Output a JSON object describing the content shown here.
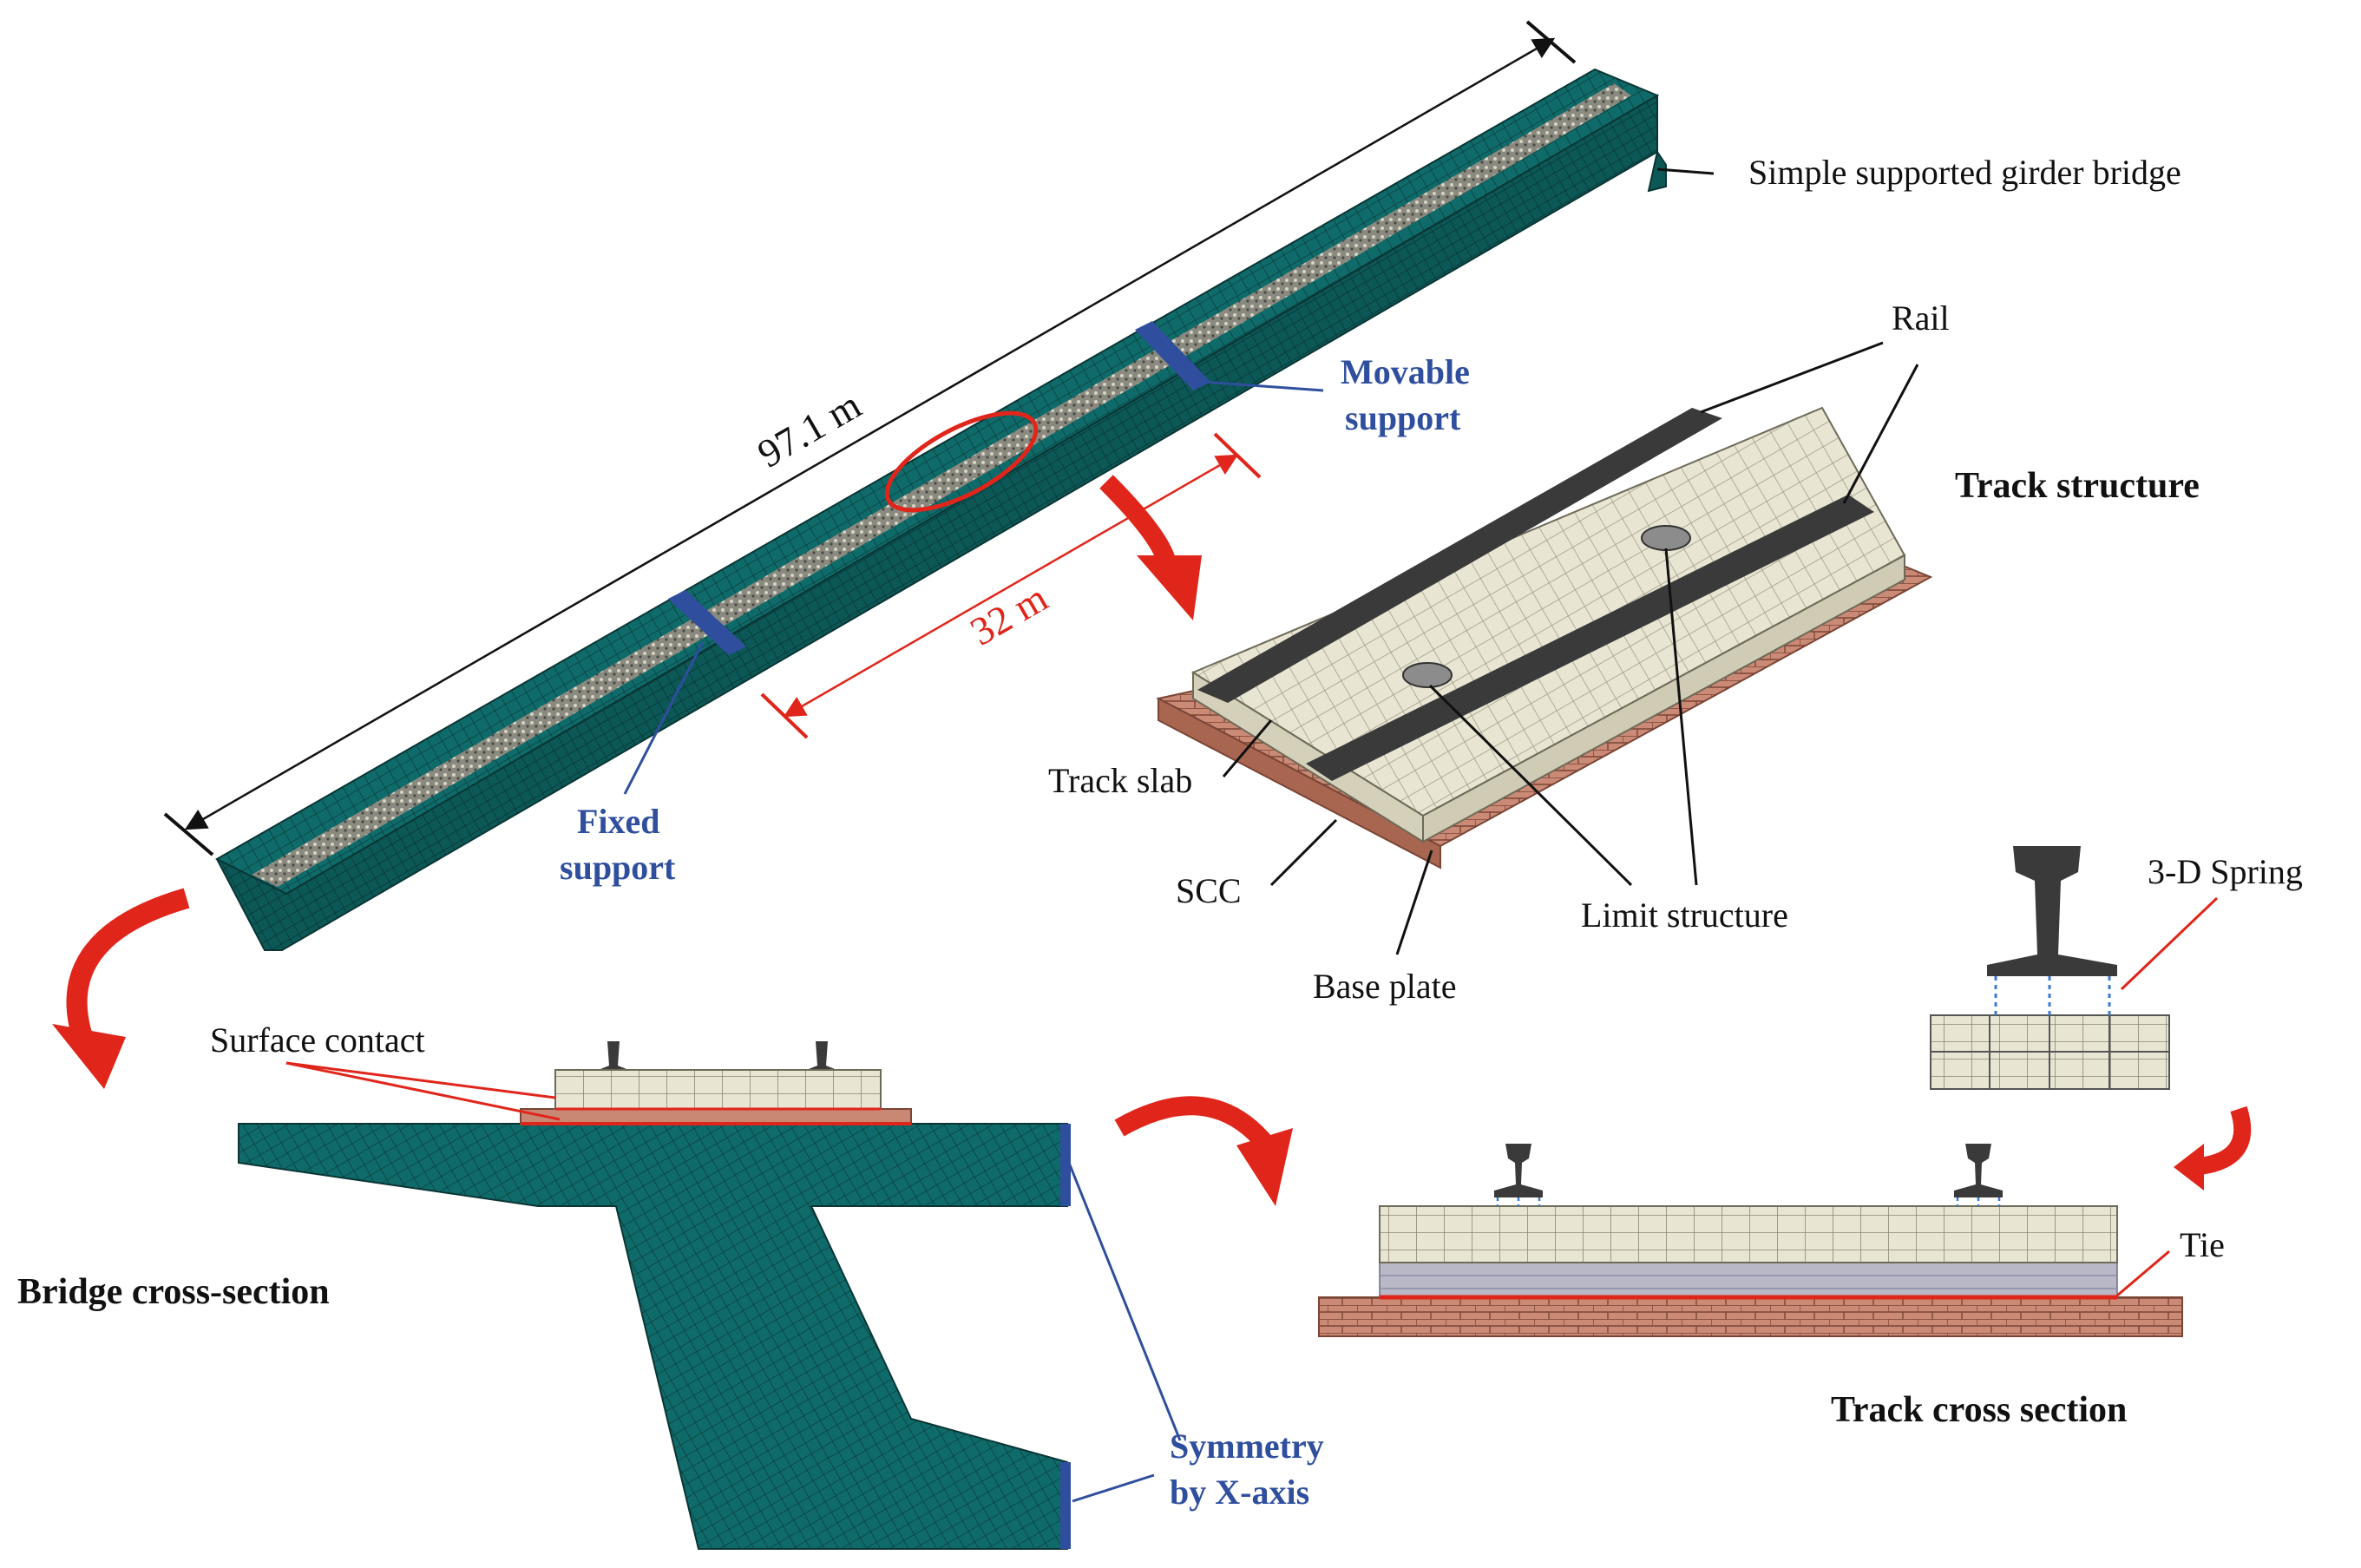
{
  "labels": {
    "span_total": "97.1 m",
    "span_single": "32 m",
    "simple_girder": "Simple supported girder bridge",
    "movable_support_1": "Movable",
    "movable_support_2": "support",
    "fixed_support_1": "Fixed",
    "fixed_support_2": "support",
    "rail": "Rail",
    "track_structure": "Track structure",
    "track_slab": "Track slab",
    "scc": "SCC",
    "base_plate": "Base plate",
    "limit_structure": "Limit structure",
    "spring_3d": "3-D Spring",
    "surface_contact": "Surface contact",
    "bridge_cross_section": "Bridge cross-section",
    "tie": "Tie",
    "track_cross_section": "Track cross section",
    "symmetry_1": "Symmetry",
    "symmetry_2": "by X-axis"
  },
  "colors": {
    "girder": "#0f6b6a",
    "girder_dark": "#0a4d4c",
    "mesh": "#1a2a2a",
    "slab": "#e6e3cf",
    "slab_dark": "#cfcbb4",
    "base": "#c98874",
    "base_dark": "#a86651",
    "rail": "#3a3a3a",
    "support": "#2f4f9e",
    "red": "#e0251b",
    "dims": "#111111"
  }
}
